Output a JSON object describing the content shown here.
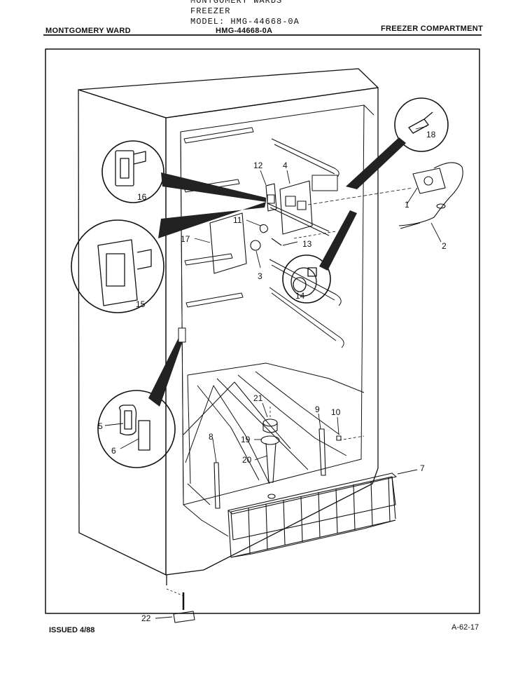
{
  "header": {
    "typed_line_1": "MONTGOMERY WARDS",
    "typed_line_2": "FREEZER",
    "typed_line_3": "MODEL: HMG-44668-0A",
    "brand": "MONTGOMERY WARD",
    "model": "HMG-44668-0A",
    "section": "FREEZER COMPARTMENT"
  },
  "footer": {
    "issued": "ISSUED 4/88",
    "page_code": "A-62-17"
  },
  "callouts": [
    "1",
    "2",
    "3",
    "4",
    "5",
    "6",
    "7",
    "8",
    "9",
    "10",
    "11",
    "12",
    "13",
    "14",
    "15",
    "16",
    "17",
    "18",
    "19",
    "20",
    "21",
    "22"
  ]
}
